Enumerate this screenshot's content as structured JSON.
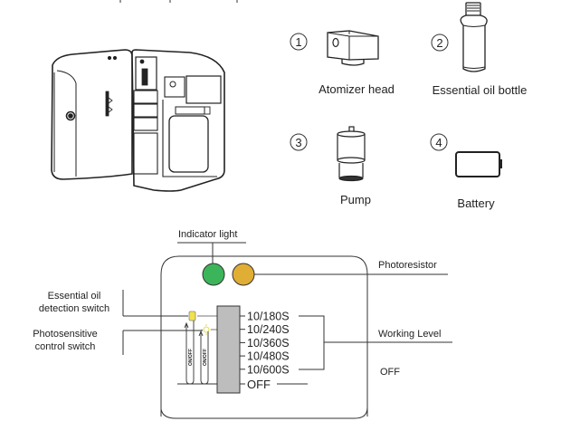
{
  "parts": [
    {
      "number": "1",
      "label": "Atomizer head"
    },
    {
      "number": "2",
      "label": "Essential oil bottle"
    },
    {
      "number": "3",
      "label": "Pump"
    },
    {
      "number": "4",
      "label": "Battery"
    }
  ],
  "panel": {
    "indicator_light": "Indicator light",
    "photoresistor": "Photoresistor",
    "oil_switch_line1": "Essential oil",
    "oil_switch_line2": "detection switch",
    "photo_switch_line1": "Photosensitive",
    "photo_switch_line2": "control switch",
    "toggle_text": "ON/OFF",
    "levels": [
      "10/180S",
      "10/240S",
      "10/360S",
      "10/480S",
      "10/600S"
    ],
    "off_label": "OFF",
    "working_level": "Working Level",
    "off_callout": "OFF",
    "colors": {
      "indicator": "#3cb55a",
      "photoresistor": "#e0ad35",
      "slider": "#bdbdbd",
      "oil_switch": "#f2e24a"
    }
  }
}
